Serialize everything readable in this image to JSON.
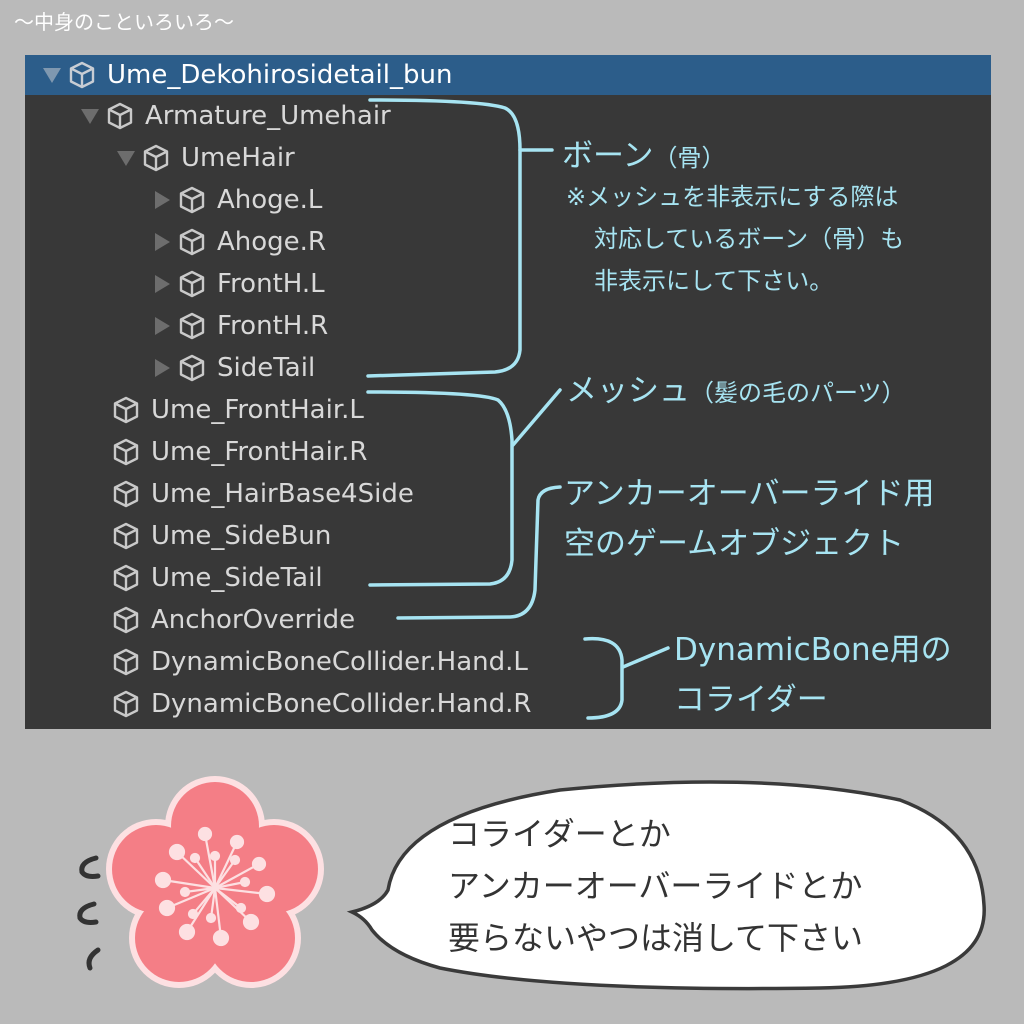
{
  "page": {
    "heading": "〜中身のこといろいろ〜"
  },
  "hierarchy": {
    "root": {
      "label": "Ume_Dekohirosidetail_bun",
      "expanded": true,
      "selected": true
    },
    "rows": [
      {
        "label": "Armature_Umehair",
        "depth": 1,
        "arrow": "expanded"
      },
      {
        "label": "UmeHair",
        "depth": 2,
        "arrow": "expanded"
      },
      {
        "label": "Ahoge.L",
        "depth": 3,
        "arrow": "collapsed"
      },
      {
        "label": "Ahoge.R",
        "depth": 3,
        "arrow": "collapsed"
      },
      {
        "label": "FrontH.L",
        "depth": 3,
        "arrow": "collapsed"
      },
      {
        "label": "FrontH.R",
        "depth": 3,
        "arrow": "collapsed"
      },
      {
        "label": "SideTail",
        "depth": 3,
        "arrow": "collapsed"
      },
      {
        "label": "Ume_FrontHair.L",
        "depth": 1,
        "arrow": "none"
      },
      {
        "label": "Ume_FrontHair.R",
        "depth": 1,
        "arrow": "none"
      },
      {
        "label": "Ume_HairBase4Side",
        "depth": 1,
        "arrow": "none"
      },
      {
        "label": "Ume_SideBun",
        "depth": 1,
        "arrow": "none"
      },
      {
        "label": "Ume_SideTail",
        "depth": 1,
        "arrow": "none"
      },
      {
        "label": "AnchorOverride",
        "depth": 1,
        "arrow": "none"
      },
      {
        "label": "DynamicBoneCollider.Hand.L",
        "depth": 1,
        "arrow": "none"
      },
      {
        "label": "DynamicBoneCollider.Hand.R",
        "depth": 1,
        "arrow": "none"
      }
    ]
  },
  "annotations": {
    "bone": {
      "title": "ボーン",
      "title_paren": "（骨）",
      "note_lines": [
        "※メッシュを非表示にする際は",
        "対応しているボーン（骨）も",
        "非表示にして下さい。"
      ]
    },
    "mesh": {
      "title": "メッシュ",
      "title_paren": "（髪の毛のパーツ）"
    },
    "anchor": {
      "lines": [
        "アンカーオーバーライド用",
        "空のゲームオブジェクト"
      ]
    },
    "collider": {
      "lines": [
        "DynamicBone用の",
        "コライダー"
      ]
    }
  },
  "speech_bubble": {
    "lines": [
      "コライダーとか",
      "アンカーオーバーライドとか",
      "要らないやつは消して下さい"
    ]
  },
  "colors": {
    "background": "#bababa",
    "panel": "#383838",
    "selected_row": "#2c5d8a",
    "tree_text": "#d8d8d8",
    "annotation": "#a7e4f2",
    "flower_petal": "#f47e86",
    "flower_outline": "#fde0e2"
  }
}
